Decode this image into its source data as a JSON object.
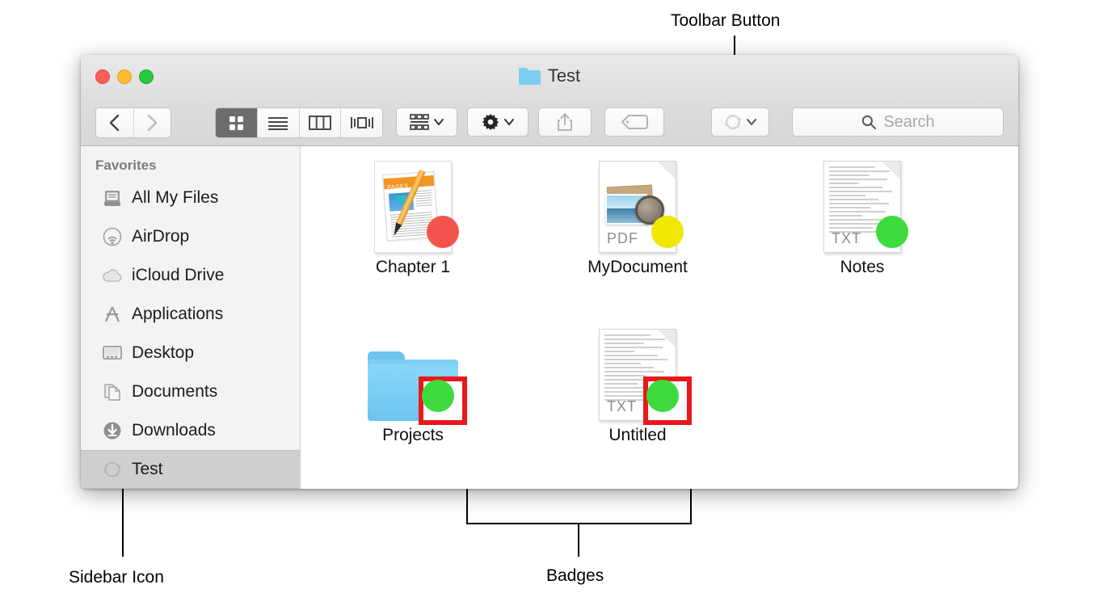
{
  "annotations": {
    "toolbar_button": "Toolbar Button",
    "sidebar_icon": "Sidebar Icon",
    "badges": "Badges",
    "callout_color": "#e8181b"
  },
  "window": {
    "title": "Test",
    "title_icon": "folder-icon",
    "traffic_lights": [
      {
        "name": "close",
        "color": "#ff5f57"
      },
      {
        "name": "minimize",
        "color": "#ffbd2e"
      },
      {
        "name": "maximize",
        "color": "#28c940"
      }
    ]
  },
  "toolbar": {
    "back_label": "Back",
    "forward_label": "Forward",
    "view_modes": [
      {
        "name": "icon-view",
        "selected": true
      },
      {
        "name": "list-view",
        "selected": false
      },
      {
        "name": "column-view",
        "selected": false
      },
      {
        "name": "coverflow-view",
        "selected": false
      }
    ],
    "arrange_label": "Arrange",
    "action_label": "Action",
    "share_label": "Share",
    "tag_label": "Tags",
    "sync_label": "Sync",
    "search": {
      "placeholder": "Search",
      "value": ""
    }
  },
  "sidebar": {
    "section_title": "Favorites",
    "items": [
      {
        "label": "All My Files",
        "icon": "all-my-files-icon",
        "selected": false
      },
      {
        "label": "AirDrop",
        "icon": "airdrop-icon",
        "selected": false
      },
      {
        "label": "iCloud Drive",
        "icon": "icloud-drive-icon",
        "selected": false
      },
      {
        "label": "Applications",
        "icon": "applications-icon",
        "selected": false
      },
      {
        "label": "Desktop",
        "icon": "desktop-icon",
        "selected": false
      },
      {
        "label": "Documents",
        "icon": "documents-icon",
        "selected": false
      },
      {
        "label": "Downloads",
        "icon": "downloads-icon",
        "selected": false
      },
      {
        "label": "Test",
        "icon": "sync-icon",
        "selected": true
      }
    ]
  },
  "content": {
    "row1": [
      {
        "label": "Chapter 1",
        "kind": "pages-document",
        "badge_color": "#f4534e",
        "badge_highlighted": false
      },
      {
        "label": "MyDocument",
        "kind": "pdf-document",
        "type_text": "PDF",
        "badge_color": "#f0e800",
        "badge_highlighted": false
      },
      {
        "label": "Notes",
        "kind": "text-document",
        "type_text": "TXT",
        "badge_color": "#3ddb3d",
        "badge_highlighted": false
      }
    ],
    "row2": [
      {
        "label": "Projects",
        "kind": "folder",
        "badge_color": "#3ddb3d",
        "badge_highlighted": true
      },
      {
        "label": "Untitled",
        "kind": "text-document",
        "type_text": "TXT",
        "badge_color": "#3ddb3d",
        "badge_highlighted": true
      }
    ]
  }
}
